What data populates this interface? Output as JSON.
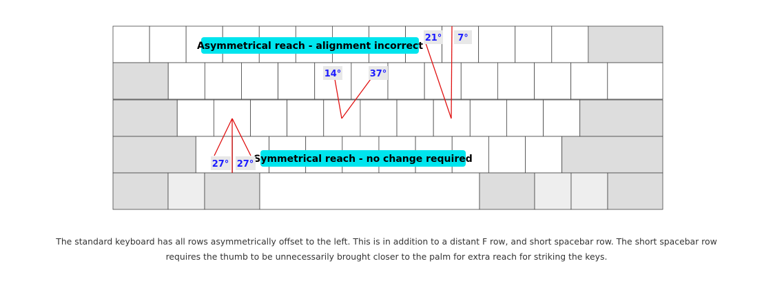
{
  "annotations": {
    "asymmetrical_label": "Asymmetrical reach - alignment incorrect",
    "symmetrical_label": "Symmetrical reach - no change required",
    "angle_top_left": "21°",
    "angle_top_right": "7°",
    "angle_mid_left": "14°",
    "angle_mid_right": "37°",
    "angle_bottom_left": "27°",
    "angle_bottom_right": "27°"
  },
  "caption": {
    "line1": "The standard keyboard has all rows asymmetrically offset to the left. This is in addition to a distant F row, and short spacebar row. The short spacebar row",
    "line2": "requires the thumb to be unnecessarily brought closer to the palm for extra reach for striking the keys."
  },
  "colors": {
    "key_white": "#ffffff",
    "key_gray": "#dddddd",
    "key_light_gray": "#eeeeee",
    "key_border": "#444444",
    "label_bg": "#00e5ee",
    "angle_bg": "#e8e8e8",
    "angle_text": "#1a1aff",
    "line": "#e01010"
  }
}
